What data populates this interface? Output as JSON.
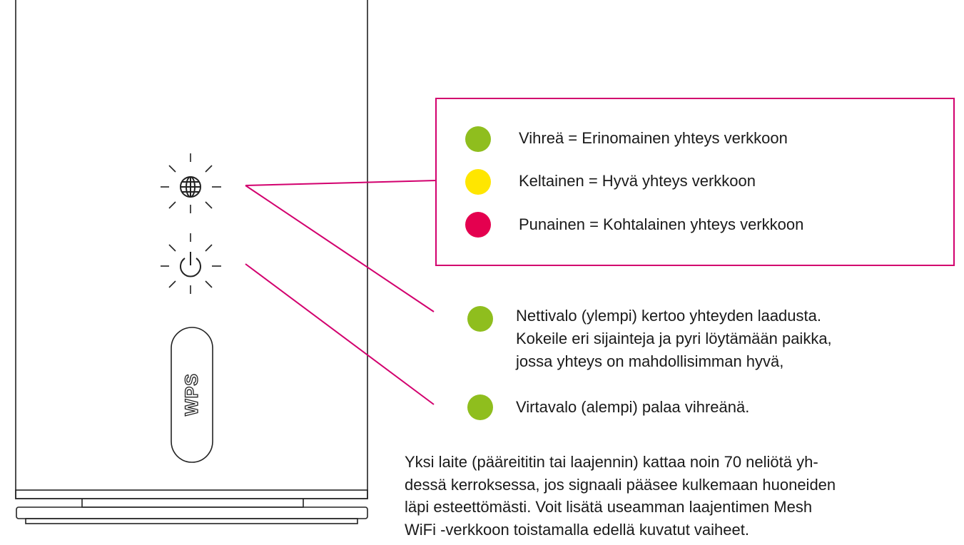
{
  "colors": {
    "accent": "#d2006e",
    "green": "#8fbe1e",
    "yellow": "#ffe600",
    "red": "#e4004f",
    "stroke": "#222222"
  },
  "device": {
    "button_label": "WPS",
    "top_icon": "globe-icon",
    "bottom_icon": "power-icon"
  },
  "legend": [
    {
      "color": "green",
      "label": "Vihreä = Erinomainen yhteys verkkoon"
    },
    {
      "color": "yellow",
      "label": "Keltainen = Hyvä yhteys verkkoon"
    },
    {
      "color": "red",
      "label": "Punainen = Kohtalainen yhteys verkkoon"
    }
  ],
  "net_light": {
    "color": "green",
    "lines": [
      "Nettivalo (ylempi) kertoo yhteyden laadusta.",
      "Kokeile eri sijainteja ja pyri löytämään paikka,",
      "jossa yhteys on mahdollisimman hyvä,"
    ]
  },
  "power_light": {
    "color": "green",
    "text": "Virtavalo (alempi) palaa vihreänä."
  },
  "paragraph": [
    "Yksi laite (pääreititin tai laajennin) kattaa noin 70 neliötä yh-",
    "dessä kerroksessa, jos signaali pääsee kulkemaan huoneiden",
    "läpi esteettömästi. Voit lisätä useamman laajentimen Mesh",
    "WiFi -verkkoon toistamalla edellä kuvatut vaiheet."
  ]
}
